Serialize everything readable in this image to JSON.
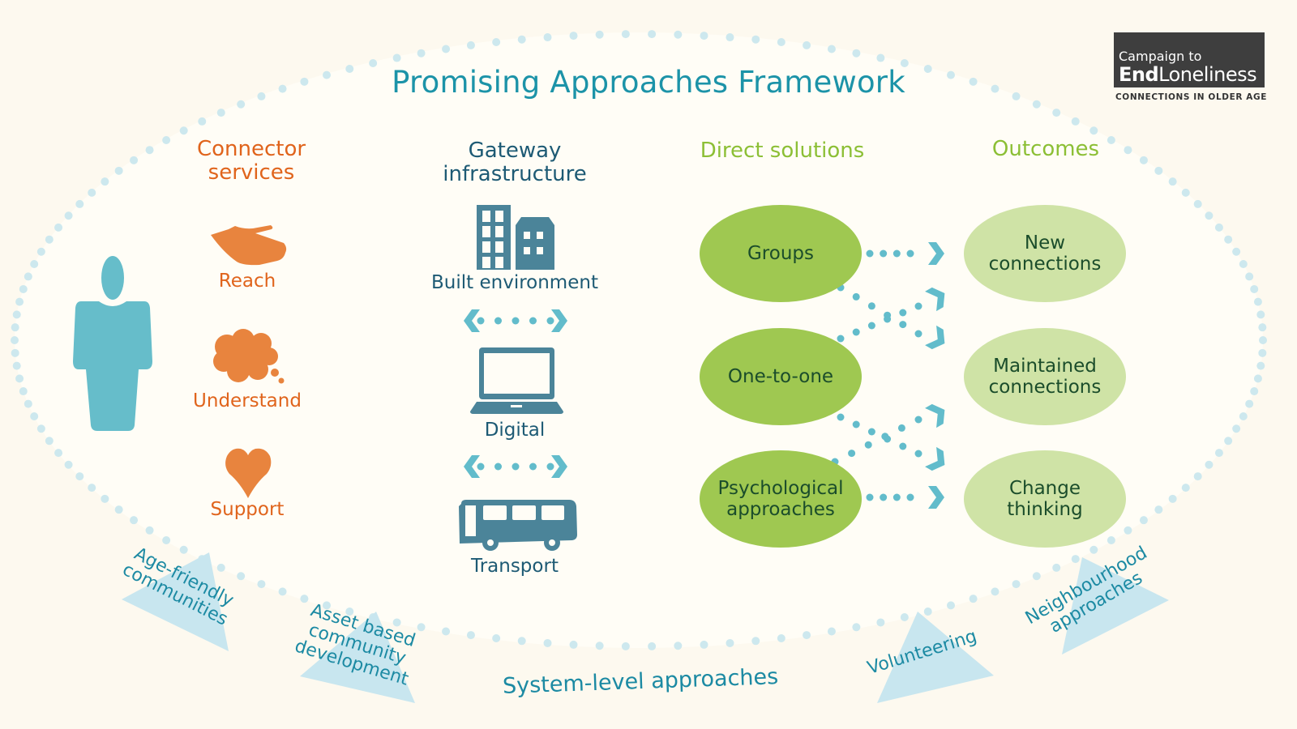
{
  "title": "Promising Approaches Framework",
  "logo": {
    "line1": "Campaign to",
    "line2_bold": "End",
    "line2_regular": "Loneliness",
    "tagline": "CONNECTIONS IN OLDER AGE"
  },
  "columns": {
    "connector": {
      "heading_line1": "Connector",
      "heading_line2": "services",
      "items": [
        {
          "label": "Reach",
          "icon": "hand-icon"
        },
        {
          "label": "Understand",
          "icon": "thought-bubble-icon"
        },
        {
          "label": "Support",
          "icon": "heart-icon"
        }
      ]
    },
    "gateway": {
      "heading_line1": "Gateway",
      "heading_line2": "infrastructure",
      "items": [
        {
          "label": "Built environment",
          "icon": "buildings-icon"
        },
        {
          "label": "Digital",
          "icon": "laptop-icon"
        },
        {
          "label": "Transport",
          "icon": "bus-icon"
        }
      ]
    },
    "direct": {
      "heading": "Direct solutions",
      "items": [
        {
          "line1": "Groups",
          "line2": ""
        },
        {
          "line1": "One-to-one",
          "line2": ""
        },
        {
          "line1": "Psychological",
          "line2": "approaches"
        }
      ]
    },
    "outcomes": {
      "heading": "Outcomes",
      "items": [
        {
          "line1": "New",
          "line2": "connections"
        },
        {
          "line1": "Maintained",
          "line2": "connections"
        },
        {
          "line1": "Change",
          "line2": "thinking"
        }
      ]
    }
  },
  "system_level": {
    "label": "System-level approaches",
    "items": [
      {
        "line1": "Age-friendly",
        "line2": "communities"
      },
      {
        "line1": "Asset based",
        "line2": "community",
        "line3": "development"
      },
      {
        "line1": "Volunteering"
      },
      {
        "line1": "Neighbourhood",
        "line2": "approaches"
      }
    ]
  },
  "colors": {
    "background": "#fdf9ef",
    "dots": "#cde8ee",
    "teal_title": "#1c93a8",
    "orange": "#e8843e",
    "orange_text": "#e0641c",
    "gateway_icon": "#4b8499",
    "gateway_text": "#1d5a74",
    "green_heading": "#8cbf35",
    "direct_ellipse": "#9fc851",
    "outcome_ellipse": "#cfe3a6",
    "arrow": "#62bccb",
    "person": "#66bdca"
  }
}
